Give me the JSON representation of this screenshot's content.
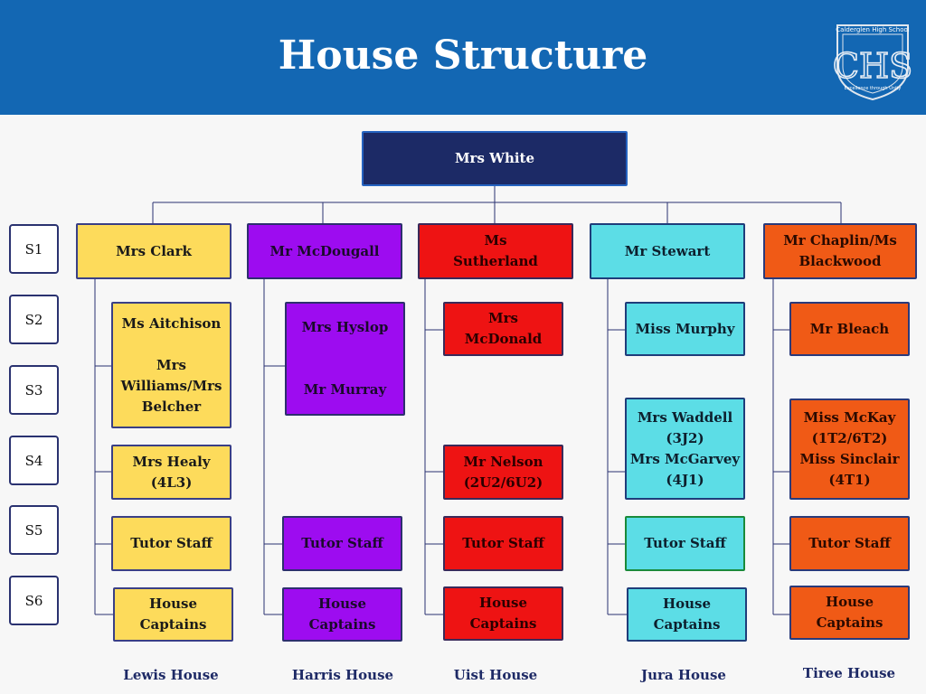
{
  "header": {
    "title": "House Structure",
    "bg_color": "#1367b3"
  },
  "logo": {
    "school_name": "Calderglen High School",
    "monogram": "CHS",
    "motto": "Excellence through Unity"
  },
  "top": "Mrs White",
  "years": [
    "S1",
    "S2",
    "S3",
    "S4",
    "S5",
    "S6"
  ],
  "houses": [
    {
      "name": "Lewis House",
      "color": "#fddb5b",
      "head": "Mrs Clark",
      "staff": [
        "Ms Aitchison\n\nMrs\nWilliams/Mrs\nBelcher",
        "Mrs Healy\n(4L3)",
        "Tutor Staff",
        "House\nCaptains"
      ]
    },
    {
      "name": "Harris House",
      "color": "#9d0cf0",
      "head": "Mr McDougall",
      "staff": [
        "Mrs Hyslop\n\n\nMr Murray",
        "Tutor Staff",
        "House\nCaptains"
      ]
    },
    {
      "name": "Uist House",
      "color": "#ee1313",
      "head": "Ms\nSutherland",
      "staff": [
        "Mrs\nMcDonald",
        "Mr Nelson\n(2U2/6U2)",
        "Tutor Staff",
        "House\nCaptains"
      ]
    },
    {
      "name": "Jura House",
      "color": "#5cdde6",
      "head": "Mr Stewart",
      "staff": [
        "Miss Murphy",
        "Mrs Waddell\n(3J2)\nMrs McGarvey\n(4J1)",
        "Tutor Staff",
        "House\nCaptains"
      ]
    },
    {
      "name": "Tiree House",
      "color": "#f05a16",
      "head": "Mr Chaplin/Ms\nBlackwood",
      "staff": [
        "Mr Bleach",
        "Miss McKay\n(1T2/6T2)\nMiss Sinclair\n(4T1)",
        "Tutor Staff",
        "House\nCaptains"
      ]
    }
  ]
}
